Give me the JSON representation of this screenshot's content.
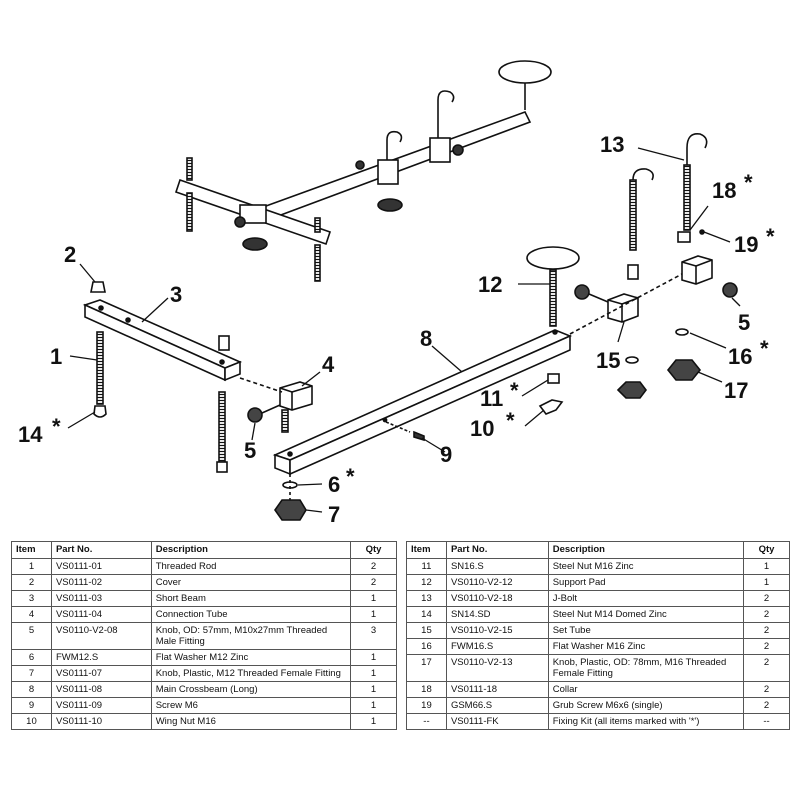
{
  "callouts": {
    "c1": "1",
    "c2": "2",
    "c3": "3",
    "c4": "4",
    "c5a": "5",
    "c5b": "5",
    "c6": "6",
    "c6_star": "*",
    "c7": "7",
    "c8": "8",
    "c9": "9",
    "c10": "10",
    "c10_star": "*",
    "c11": "11",
    "c11_star": "*",
    "c12": "12",
    "c13": "13",
    "c14": "14",
    "c14_star": "*",
    "c15": "15",
    "c16": "16",
    "c16_star": "*",
    "c17": "17",
    "c18": "18",
    "c18_star": "*",
    "c19": "19",
    "c19_star": "*"
  },
  "table_headers": {
    "item": "Item",
    "part_no": "Part No.",
    "description": "Description",
    "qty": "Qty"
  },
  "parts_left": [
    {
      "item": "1",
      "part_no": "VS0111-01",
      "description": "Threaded Rod",
      "qty": "2"
    },
    {
      "item": "2",
      "part_no": "VS0111-02",
      "description": "Cover",
      "qty": "2"
    },
    {
      "item": "3",
      "part_no": "VS0111-03",
      "description": "Short Beam",
      "qty": "1"
    },
    {
      "item": "4",
      "part_no": "VS0111-04",
      "description": "Connection Tube",
      "qty": "1"
    },
    {
      "item": "5",
      "part_no": "VS0110-V2-08",
      "description": "Knob, OD: 57mm, M10x27mm Threaded Male Fitting",
      "qty": "3"
    },
    {
      "item": "6",
      "part_no": "FWM12.S",
      "description": "Flat Washer M12 Zinc",
      "qty": "1"
    },
    {
      "item": "7",
      "part_no": "VS0111-07",
      "description": "Knob, Plastic, M12 Threaded Female Fitting",
      "qty": "1"
    },
    {
      "item": "8",
      "part_no": "VS0111-08",
      "description": "Main Crossbeam (Long)",
      "qty": "1"
    },
    {
      "item": "9",
      "part_no": "VS0111-09",
      "description": "Screw M6",
      "qty": "1"
    },
    {
      "item": "10",
      "part_no": "VS0111-10",
      "description": "Wing Nut M16",
      "qty": "1"
    }
  ],
  "parts_right": [
    {
      "item": "11",
      "part_no": "SN16.S",
      "description": "Steel Nut M16 Zinc",
      "qty": "1"
    },
    {
      "item": "12",
      "part_no": "VS0110-V2-12",
      "description": "Support Pad",
      "qty": "1"
    },
    {
      "item": "13",
      "part_no": "VS0110-V2-18",
      "description": "J-Bolt",
      "qty": "2"
    },
    {
      "item": "14",
      "part_no": "SN14.SD",
      "description": "Steel Nut M14 Domed Zinc",
      "qty": "2"
    },
    {
      "item": "15",
      "part_no": "VS0110-V2-15",
      "description": "Set Tube",
      "qty": "2"
    },
    {
      "item": "16",
      "part_no": "FWM16.S",
      "description": "Flat Washer M16 Zinc",
      "qty": "2"
    },
    {
      "item": "17",
      "part_no": "VS0110-V2-13",
      "description": "Knob, Plastic, OD: 78mm, M16 Threaded Female Fitting",
      "qty": "2"
    },
    {
      "item": "18",
      "part_no": "VS0111-18",
      "description": "Collar",
      "qty": "2"
    },
    {
      "item": "19",
      "part_no": "GSM66.S",
      "description": "Grub Screw M6x6 (single)",
      "qty": "2"
    },
    {
      "item": "--",
      "part_no": "VS0111-FK",
      "description": "Fixing Kit (all items marked with '*')",
      "qty": "--"
    }
  ]
}
